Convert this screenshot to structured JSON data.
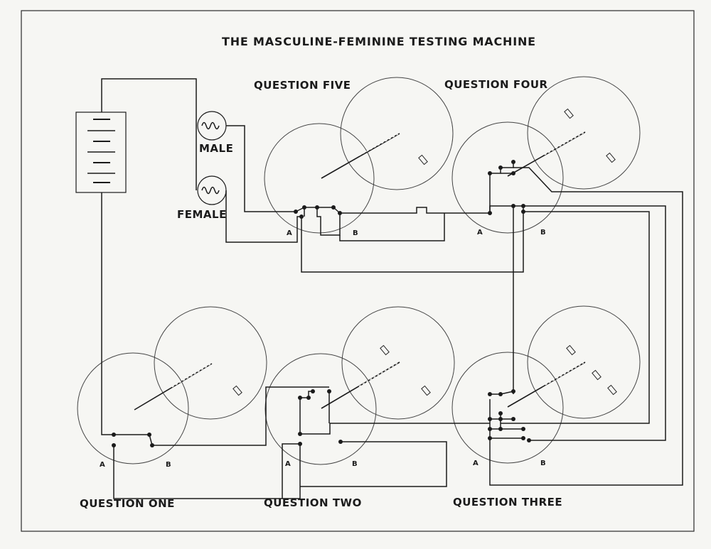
{
  "title": "THE MASCULINE-FEMININE TESTING MACHINE",
  "lamps": {
    "male": "MALE",
    "female": "FEMALE"
  },
  "questions": {
    "one": "QUESTION ONE",
    "two": "QUESTION TWO",
    "three": "QUESTION THREE",
    "four": "QUESTION FOUR",
    "five": "QUESTION FIVE"
  },
  "terminals": {
    "a": "A",
    "b": "B"
  },
  "colors": {
    "ink": "#1b1b1b",
    "paper": "#f6f6f3",
    "faint": "#8a8a8a"
  }
}
